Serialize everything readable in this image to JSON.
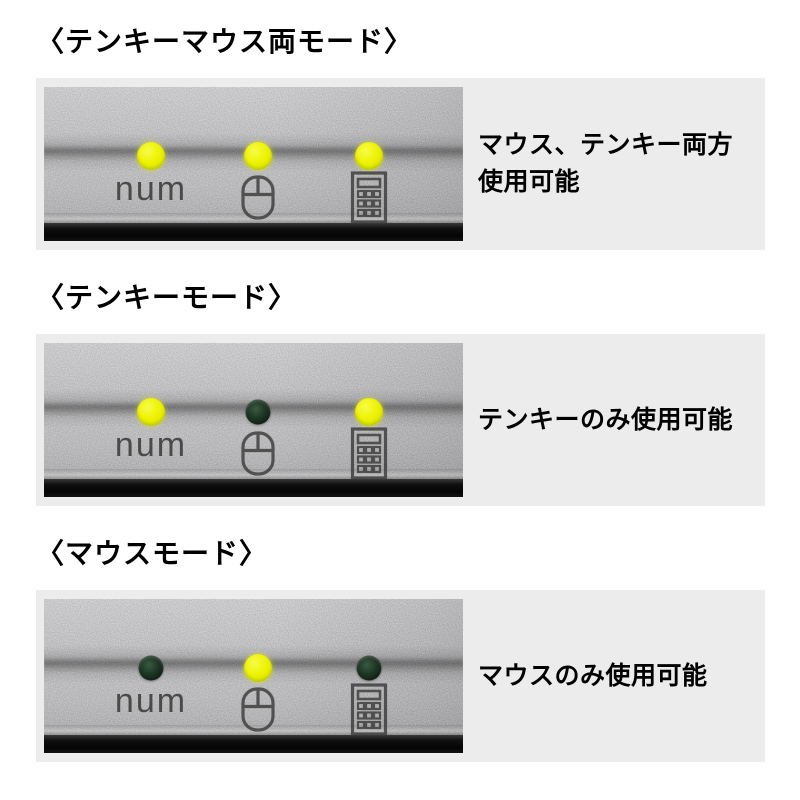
{
  "colors": {
    "page_bg": "#ffffff",
    "panel_bg": "#ececec",
    "heading_text": "#000000",
    "description_text": "#000000",
    "led_on": "#eef303",
    "led_off": "#1d3524",
    "printed_mark": "#3b3b3b",
    "device_edge": "#0a0a0a"
  },
  "indicator_label": "num",
  "sections": [
    {
      "heading": "〈テンキーマウス両モード〉",
      "desc": [
        "マウス、テンキー両方",
        "使用可能"
      ],
      "leds": {
        "num": "on",
        "mouse": "on",
        "keypad": "on"
      }
    },
    {
      "heading": "〈テンキーモード〉",
      "desc": [
        "テンキーのみ使用可能"
      ],
      "leds": {
        "num": "on",
        "mouse": "off",
        "keypad": "on"
      }
    },
    {
      "heading": "〈マウスモード〉",
      "desc": [
        "マウスのみ使用可能"
      ],
      "leds": {
        "num": "off",
        "mouse": "on",
        "keypad": "off"
      }
    }
  ]
}
